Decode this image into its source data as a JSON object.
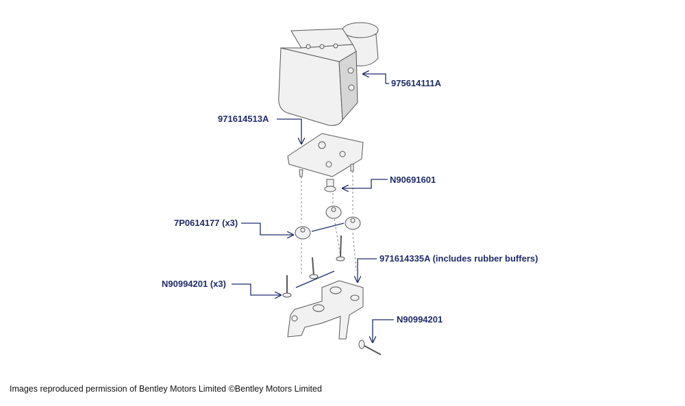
{
  "diagram": {
    "callouts": [
      {
        "id": "abs-unit",
        "label": "975614111A"
      },
      {
        "id": "bracket-top",
        "label": "971614513A"
      },
      {
        "id": "bolt",
        "label": "N90691601"
      },
      {
        "id": "rubber-buffer",
        "label": "7P0614177 (x3)"
      },
      {
        "id": "bracket-bottom",
        "label": "971614335A (includes rubber buffers)"
      },
      {
        "id": "stud-x3",
        "label": "N90994201 (x3)"
      },
      {
        "id": "stud",
        "label": "N90994201"
      }
    ],
    "colors": {
      "callout": "#1f2a6b",
      "line_art": "#555555"
    }
  },
  "footer": {
    "credit": "Images reproduced permission of Bentley Motors Limited ©Bentley Motors Limited"
  }
}
